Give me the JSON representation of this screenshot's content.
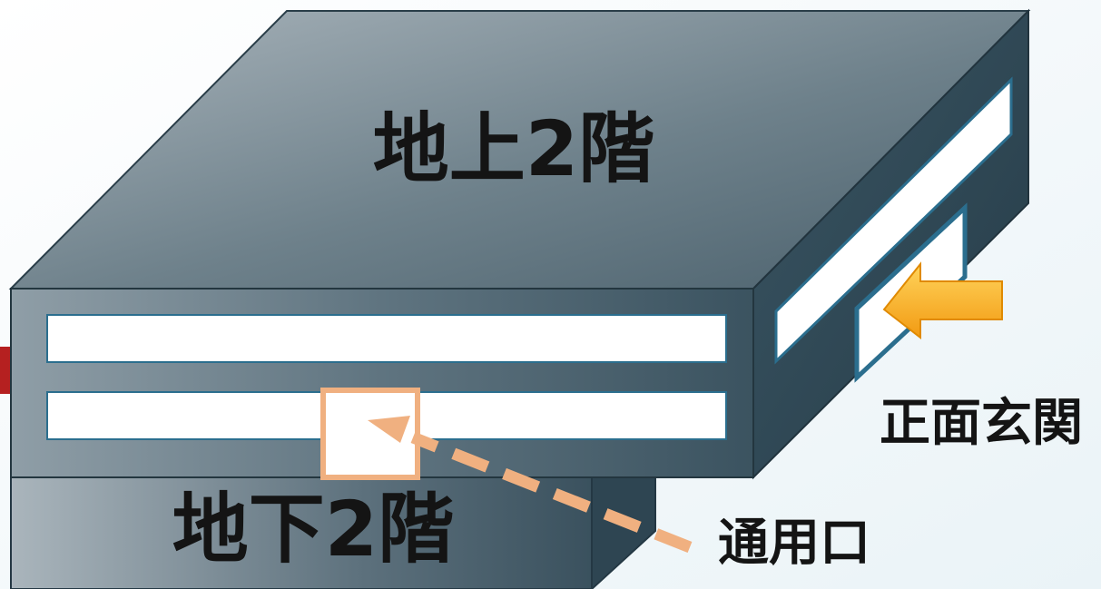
{
  "labels": {
    "upper_floor": "地上2階",
    "lower_floor": "地下2階",
    "main_entrance": "正面玄関",
    "service_entrance": "通用口"
  },
  "colors": {
    "main_entrance_arrow": "#f7a81b",
    "service_entrance_arrow": "#f0b080",
    "building_top_light": "#a7b2ba",
    "building_top_dark": "#4e6470",
    "building_side": "#2f4653",
    "window_fill": "#ffffff",
    "window_stroke": "#2b6e8e",
    "side_marker": "#b52020"
  },
  "icons": {
    "main_entrance_arrow": "arrow-left-icon",
    "service_entrance_arrow": "dashed-arrow-up-left-icon"
  }
}
